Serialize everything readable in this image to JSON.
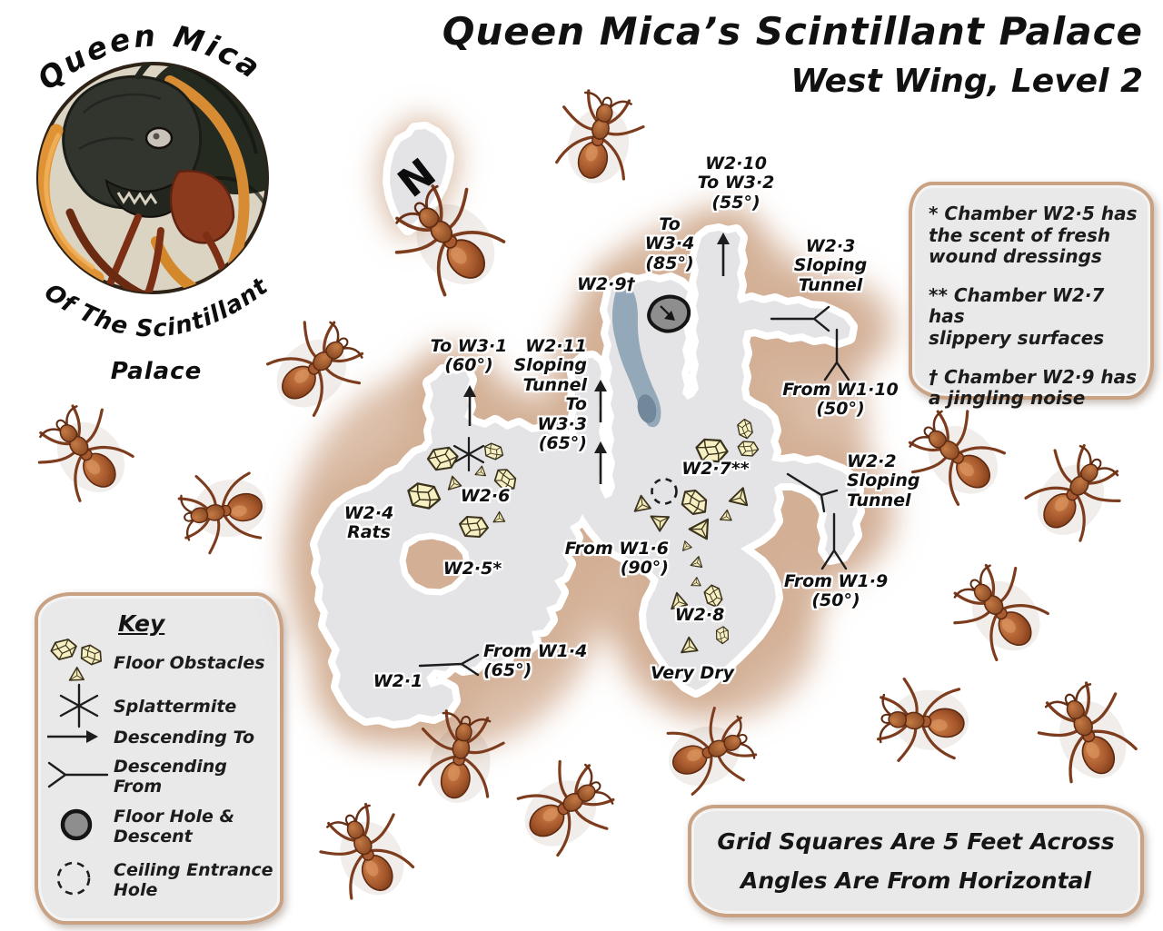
{
  "title": {
    "line1": "Queen Mica’s Scintillant Palace",
    "line2": "West Wing, Level 2"
  },
  "logo": {
    "arc_top": "Queen Mica",
    "arc_bottom": "Of The Scintillant",
    "caption": "Palace"
  },
  "north": {
    "label": "N"
  },
  "map_labels": {
    "w2_10": "W2·10\nTo W3·2\n(55°)",
    "to_w3_4": "To\nW3·4\n(85°)",
    "w2_9": "W2·9†",
    "w2_3": "W2·3\nSloping\nTunnel",
    "from_w1_10": "From W1·10\n(50°)",
    "to_w3_1": "To W3·1\n(60°)",
    "w2_11": "W2·11\nSloping\nTunnel\nTo\nW3·3\n(65°)",
    "w2_6": "W2·6",
    "w2_4": "W2·4\nRats",
    "w2_5": "W2·5*",
    "from_w1_4": "From W1·4\n(65°)",
    "w2_1": "W2·1",
    "w2_7": "W2·7**",
    "from_w1_6": "From W1·6\n(90°)",
    "w2_8": "W2·8",
    "very_dry": "Very Dry",
    "w2_2": "W2·2\nSloping\nTunnel",
    "from_w1_9": "From W1·9\n(50°)"
  },
  "notes": {
    "n1": "* Chamber W2·5 has\nthe scent of fresh\nwound dressings",
    "n2": "** Chamber W2·7 has\nslippery surfaces",
    "n3": "† Chamber W2·9 has\na jingling noise"
  },
  "key": {
    "title": "Key",
    "items": [
      {
        "icon": "floor-obstacles-icon",
        "label": "Floor Obstacles"
      },
      {
        "icon": "splattermite-icon",
        "label": "Splattermite"
      },
      {
        "icon": "descending-to-icon",
        "label": "Descending To"
      },
      {
        "icon": "descending-from-icon",
        "label": "Descending\nFrom"
      },
      {
        "icon": "floor-hole-icon",
        "label": "Floor Hole &\nDescent"
      },
      {
        "icon": "ceiling-entrance-icon",
        "label": "Ceiling Entrance\nHole"
      }
    ]
  },
  "scale_note": {
    "line1": "Grid Squares Are 5 Feet Across",
    "line2": "Angles Are From Horizontal"
  },
  "colors": {
    "earth": "#d3af95",
    "cave": "#e4e4e7",
    "water": "#93a8b9",
    "water_dark": "#72879a",
    "crystal": "#f7f0c2",
    "paper": "#e9e9ea",
    "paper_border": "#c9a183",
    "ant": "#b0613a"
  }
}
